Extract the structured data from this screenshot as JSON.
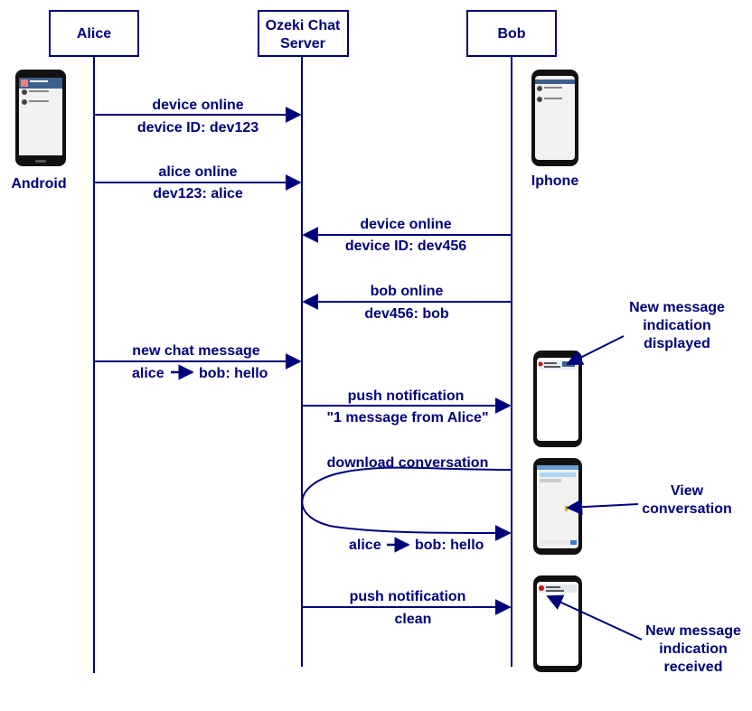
{
  "participants": {
    "alice": "Alice",
    "server_line1": "Ozeki Chat",
    "server_line2": "Server",
    "bob": "Bob"
  },
  "devices": {
    "android": "Android",
    "iphone": "Iphone"
  },
  "messages": [
    {
      "top": "device online",
      "bottom": "device ID: dev123"
    },
    {
      "top": "alice online",
      "bottom": "dev123: alice"
    },
    {
      "top": "device online",
      "bottom": "device ID: dev456"
    },
    {
      "top": "bob online",
      "bottom": "dev456: bob"
    },
    {
      "top": "new chat message",
      "bottom_from": "alice",
      "bottom_to": "bob: hello"
    },
    {
      "top": "push notification",
      "bottom": "\"1 message from Alice\""
    },
    {
      "top": "download conversation",
      "bottom_from": "alice",
      "bottom_to": "bob: hello"
    },
    {
      "top": "push notification",
      "bottom": "clean"
    }
  ],
  "annotations": {
    "new_indication_displayed": [
      "New message",
      "indication",
      "displayed"
    ],
    "view_conversation": [
      "View",
      "conversation"
    ],
    "new_indication_received": [
      "New message",
      "indication",
      "received"
    ]
  },
  "colors": {
    "ink": "#00007a",
    "phone_body": "#111111",
    "screen": "#f2f2f2",
    "chat_header": "#3d5f8c",
    "badge": "#cc1111"
  }
}
